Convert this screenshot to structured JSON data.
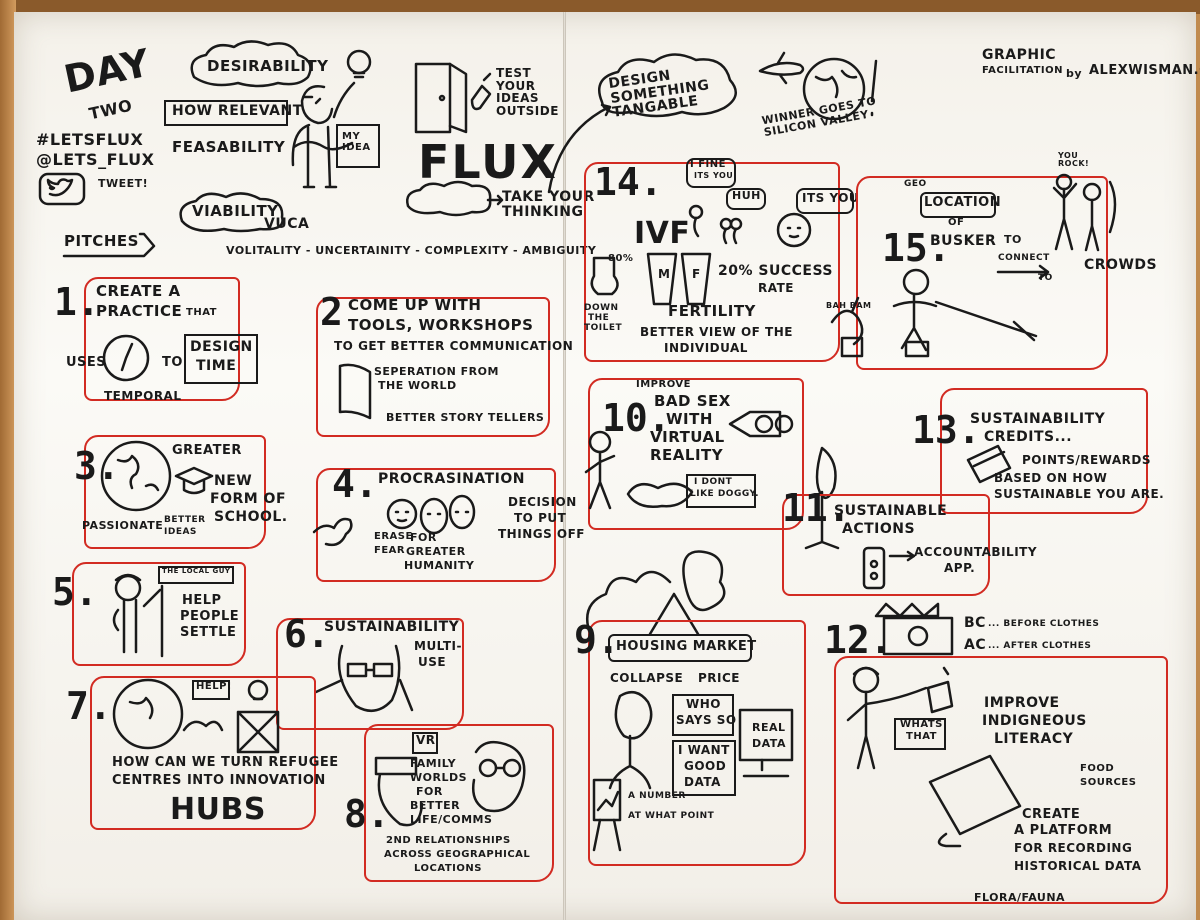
{
  "header": {
    "day": "DAY",
    "day_sub": "TWO",
    "hashtag": "#LETSFLUX",
    "handle": "@LETS_FLUX",
    "tweet": "TWEET!",
    "desirability": "DESIRABILITY",
    "how_relevant": "HOW RELEVANT",
    "feasability": "FEASABILITY",
    "viability": "VIABILITY",
    "my_idea": "MY IDEA",
    "flux": "FLUX",
    "test_ideas": "TEST YOUR IDEAS OUTSIDE",
    "take_thinking": "TAKE YOUR THINKING",
    "vuca": "VUCA",
    "vuca_def": "VOLITALITY - UNCERTAINITY - COMPLEXITY - AMBIGUITY",
    "design_tangible": "DESIGN SOMETHING TANGABLE",
    "winner": "WINNER GOES TO SILICON VALLEY",
    "graphic": "GRAPHIC",
    "facilitation": "FACILITATION",
    "by": "by",
    "credit": "ALEXWISMAN.COM",
    "pitches": "PITCHES"
  },
  "pitches": {
    "p1": {
      "num": "1.",
      "line1": "CREATE a",
      "line2": "PRACTICE",
      "that": "THAT",
      "uses": "USES",
      "to": "TO",
      "design": "DESIGN",
      "time": "TIME",
      "temporal": "TEMPORAL"
    },
    "p2": {
      "num": "2",
      "line1": "COME UP WITH",
      "line2": "TOOLS, WORKSHOPS",
      "line3": "TO GET BETTER COMMUNICATION",
      "sep1": "SEPERATION FROM",
      "sep2": "THE WORLD",
      "story": "BETTER STORY TELLERS"
    },
    "p3": {
      "num": "3.",
      "greater": "GREATER",
      "new": "NEW",
      "form": "FORM of",
      "school": "SCHOOL.",
      "passionate": "PASSIONATE",
      "better": "BETTER",
      "ideas": "IDEAS"
    },
    "p4": {
      "num": "4.",
      "title": "PROCRASINATION",
      "erase": "ERASE",
      "fear": "FEAR",
      "for": "FOR",
      "greater": "GREATER",
      "humanity": "HUMANITY",
      "decision": "DECISION",
      "put": "TO PUT",
      "things": "THINGS OFF"
    },
    "p5": {
      "num": "5.",
      "sign": "THE LOCAL GUY",
      "help": "HELP",
      "people": "PEOPLE",
      "settle": "SETTLE"
    },
    "p6": {
      "num": "6.",
      "title": "SUSTAINABILITY",
      "multi": "MULTI-",
      "use": "USE"
    },
    "p7": {
      "num": "7.",
      "help": "HELP!",
      "line1": "HOW CAN WE TURN REFUGEE",
      "line2": "CENTRES INTO INNOVATION",
      "hubs": "HUBS"
    },
    "p8": {
      "num": "8.",
      "vr": "VR",
      "family": "FAMILY",
      "worlds": "WORLDS",
      "for": "FOR",
      "better": "BETTER",
      "life": "LIFE/COMMS",
      "and": "2nd RELATIONSHIPS",
      "across": "ACROSS GEOGRAPHICAL",
      "locations": "LOCATIONS"
    },
    "p9": {
      "num": "9.",
      "market": "HOUSING MARKET",
      "collapse": "COLLAPSE",
      "price": "PRICE",
      "who": "WHO",
      "says": "SAYS SO",
      "want": "I WANT",
      "good": "GOOD",
      "data": "DATA",
      "real": "REAL",
      "real_data": "DATA",
      "anumber": "A NUMBER",
      "point": "AT WHAT POINT"
    },
    "p10": {
      "num": "10.",
      "improve": "IMPROVE",
      "line1": "BAD SEX",
      "line2": "WITH",
      "line3": "VIRTUAL",
      "line4": "REALITY",
      "dont": "I DONT",
      "doggy": "LIKE DOGGY."
    },
    "p11": {
      "num": "11.",
      "sust": "SUSTAINABLE",
      "actions": "ACTIONS",
      "account": "ACCOUNTABILITY",
      "app": "APP."
    },
    "p12": {
      "num": "12.",
      "bc": "BC",
      "bc_def": "... BEFORE CLOTHES",
      "ac": "AC",
      "ac_def": "... AFTER CLOTHES",
      "whats": "WHATS",
      "that": "THAT",
      "improve": "IMPROVE",
      "indig": "INDIGNEOUS",
      "literacy": "LITERACY",
      "food": "FOOD",
      "sources": "SOURCES",
      "create": "CREATE",
      "platform": "a PLATFORM",
      "recording": "FOR RECORDING",
      "historical": "HISTORICAL DATA",
      "flora": "FLORA/FAUNA"
    },
    "p13": {
      "num": "13.",
      "title": "SUSTAINABILITY",
      "credits": "CREDITS...",
      "points": "POINTS/REWARDS",
      "based": "BASED ON HOW",
      "are": "SUSTAINABLE YOU ARE."
    },
    "p14": {
      "num": "14.",
      "fine": "I FINE",
      "its_you": "ITS YOU",
      "huh": "HUH",
      "its": "ITS YOU",
      "ivf": "IVF",
      "pct80": "80%",
      "m": "M",
      "f": "F",
      "success": "20% SUCCESS",
      "rate": "RATE",
      "down": "DOWN",
      "the": "THE",
      "toilet": "TOILET",
      "fertility": "FERTILITY",
      "better": "BETTER VIEW of THE",
      "individual": "INDIVIDUAL"
    },
    "p15": {
      "num": "15.",
      "geo": "GEO",
      "location": "LOCATION",
      "of": "OF",
      "busker": "BUSKER",
      "to": "TO",
      "connect": "CONNECT",
      "to2": "TO",
      "crowds": "CROWDS",
      "rock": "YOU ROCK!",
      "bam": "BAH BAM"
    }
  }
}
